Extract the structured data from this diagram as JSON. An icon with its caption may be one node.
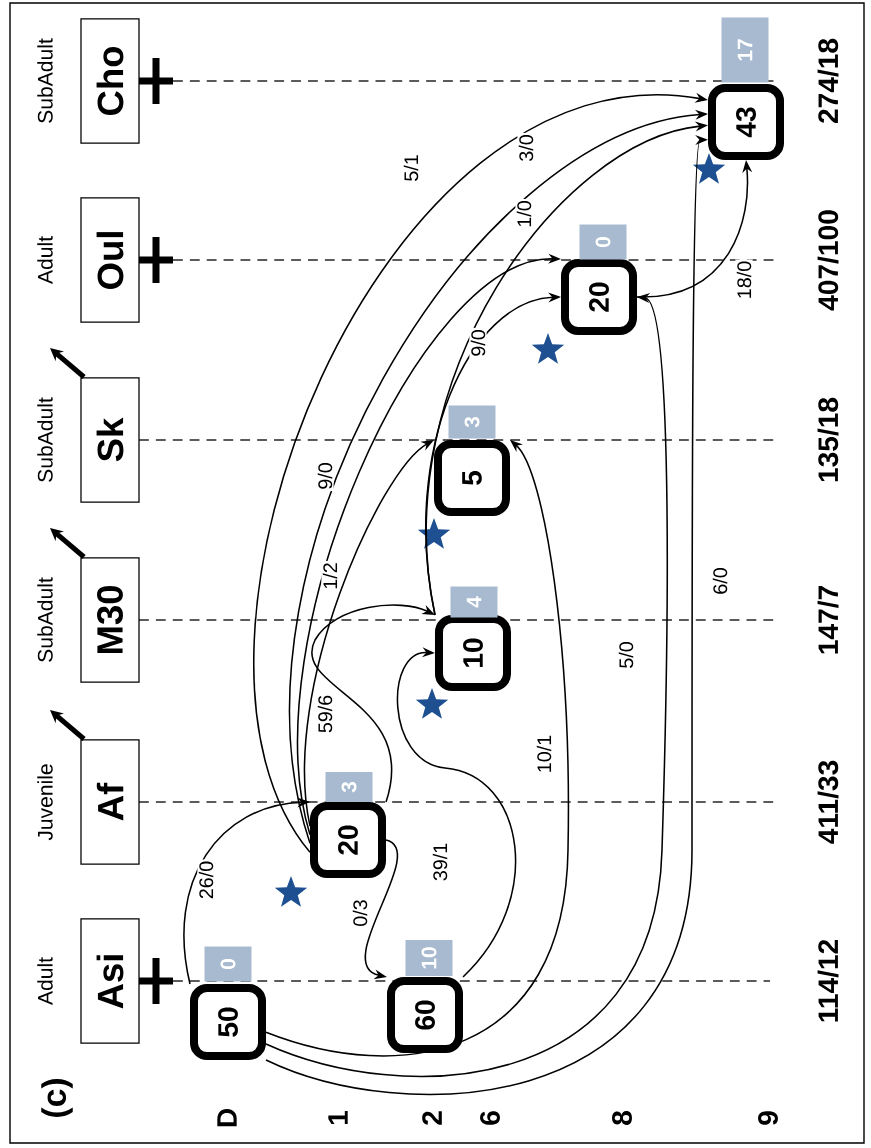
{
  "diagram": {
    "nodes": [
      {
        "text": [
          "Asi"
        ],
        "beside": [
          "Adult"
        ]
      },
      {
        "text": [
          "Af"
        ],
        "beside": [
          "Juvenile"
        ]
      },
      {
        "text": [
          "M30"
        ],
        "beside": [
          "SubAdult"
        ]
      },
      {
        "text": [
          "Sk"
        ],
        "beside": [
          "SubAdult"
        ]
      },
      {
        "text": [
          "Oul"
        ],
        "beside": [
          "Adult"
        ]
      },
      {
        "text": [
          "Cho"
        ],
        "beside": [
          "SubAdult"
        ]
      },
      {
        "text": [
          "50"
        ]
      },
      {
        "text": [
          "0"
        ]
      },
      {
        "text": [
          "20"
        ]
      },
      {
        "text": [
          "3"
        ]
      },
      {
        "text": [
          "60"
        ]
      },
      {
        "text": [
          "10"
        ]
      },
      {
        "text": [
          "10"
        ]
      },
      {
        "text": [
          "4"
        ]
      },
      {
        "text": [
          "5"
        ]
      },
      {
        "text": [
          "3"
        ]
      },
      {
        "text": [
          "20"
        ]
      },
      {
        "text": [
          "0"
        ]
      },
      {
        "text": [
          "43"
        ]
      },
      {
        "text": [
          "17"
        ]
      }
    ],
    "edges": [
      {
        "from": 6,
        "to": 8,
        "arrow": "to",
        "label": "26/0"
      },
      {
        "from": 8,
        "to": 10,
        "arrow": "to",
        "label": "0/3"
      },
      {
        "from": 8,
        "to": 12,
        "arrow": "to",
        "label": "59/6"
      },
      {
        "from": 10,
        "to": 12,
        "arrow": "to",
        "label": "39/1"
      },
      {
        "from": 6,
        "to": 14,
        "arrow": "to",
        "label": "10/1"
      },
      {
        "from": 6,
        "to": 16,
        "arrow": "to",
        "label": "5/0"
      },
      {
        "from": 6,
        "to": 18,
        "arrow": "to",
        "label": "6/0"
      },
      {
        "from": 8,
        "to": 14,
        "arrow": "to",
        "label": "1/2"
      },
      {
        "from": 8,
        "to": 16,
        "arrow": "to",
        "label": "9/0"
      },
      {
        "from": 12,
        "to": 16,
        "arrow": "to",
        "label": "9/0"
      },
      {
        "from": 12,
        "to": 18,
        "arrow": "to",
        "label": "1/0"
      },
      {
        "from": 8,
        "to": 18,
        "arrow": "to",
        "label": "3/0"
      },
      {
        "from": 8,
        "to": 18,
        "arrow": "to",
        "label": "5/1"
      },
      {
        "from": 16,
        "to": 18,
        "arrow": "to",
        "label": "18/0"
      }
    ],
    "labels": [
      "(c)",
      "D",
      "1",
      "2",
      "6",
      "8",
      "9",
      "114/12",
      "411/33",
      "147/7",
      "135/18",
      "407/100",
      "274/18"
    ]
  }
}
